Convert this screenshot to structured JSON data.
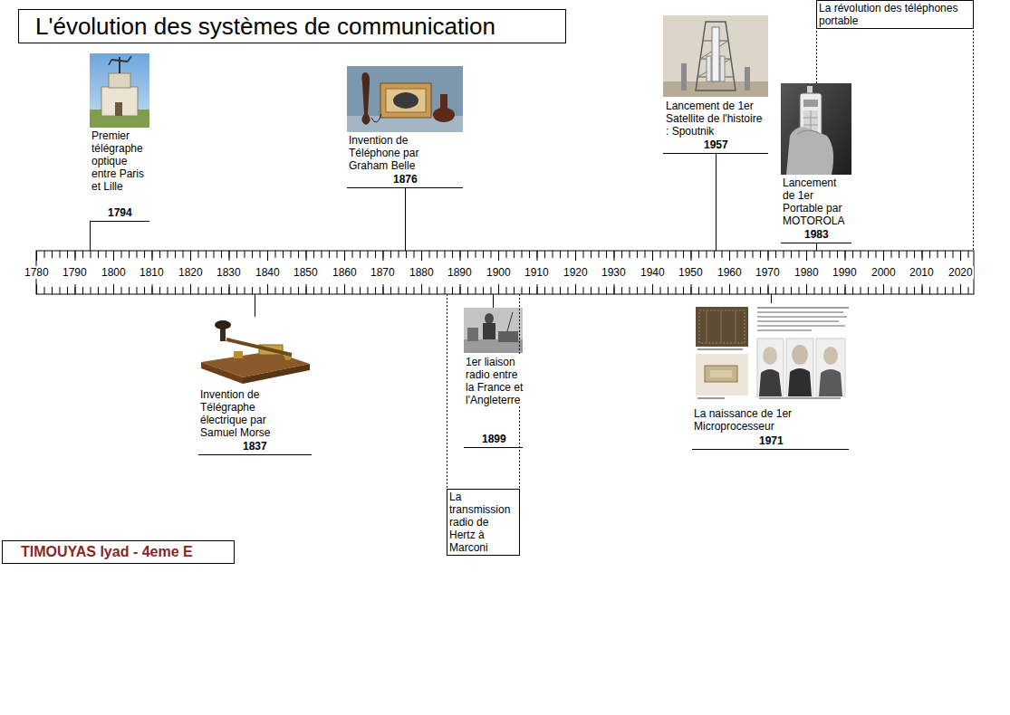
{
  "diagram": {
    "title": "L'évolution des systèmes de communication",
    "nodes": [
      {
        "text": [
          "La révolution des téléphones portable"
        ]
      },
      {
        "text": [
          "La transmission radio de Hertz à Marconi"
        ]
      },
      {
        "text": [
          "TIMOUYAS Iyad - 4eme E"
        ]
      }
    ],
    "labels": [
      "Premier télégraphe optique entre Paris et Lille",
      "1794",
      "Invention de Téléphone par Graham Belle",
      "1876",
      "Lancement de 1er Satellite de l'histoire : Spoutnik",
      "1957",
      "Lancement de 1er Portable par MOTOROLA",
      "1983",
      "1780",
      "1790",
      "1800",
      "1810",
      "1820",
      "1830",
      "1840",
      "1850",
      "1860",
      "1870",
      "1880",
      "1890",
      "1900",
      "1910",
      "1920",
      "1930",
      "1940",
      "1950",
      "1960",
      "1970",
      "1980",
      "1990",
      "2000",
      "2010",
      "2020",
      "Invention de Télégraphe électrique par Samuel Morse",
      "1837",
      "1er liaison radio entre la France et l'Angleterre",
      "1899",
      "La naissance de 1er Microprocesseur",
      "1971"
    ]
  }
}
